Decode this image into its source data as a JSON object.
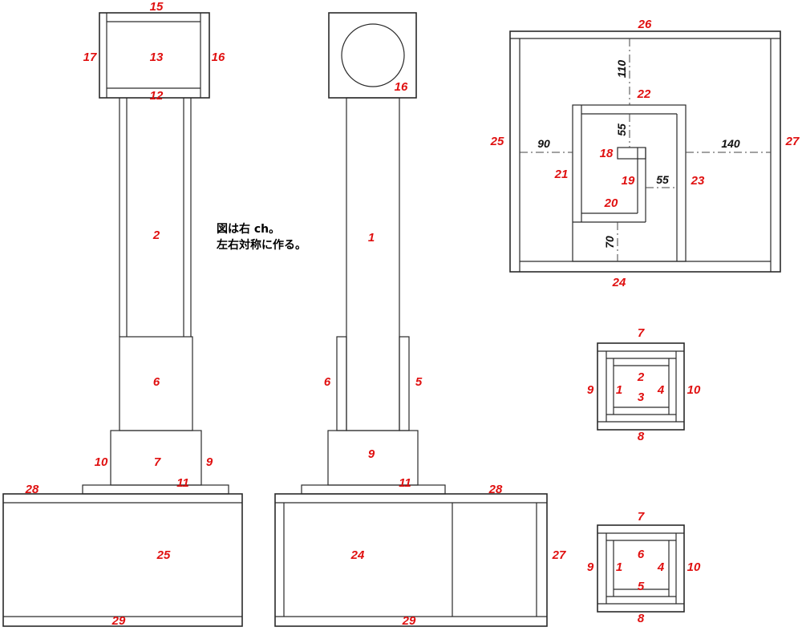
{
  "note": {
    "line1": "図は右 ch。",
    "line2": "左右対称に作る。"
  },
  "colors": {
    "part_label": "#e01010",
    "dimension": "#111111",
    "line": "#2a2a2a"
  },
  "side_view": {
    "top_box": {
      "top": "15",
      "front": "13",
      "left": "17",
      "right": "16",
      "bottom": "12"
    },
    "column": "2",
    "lower_sleeve": "6",
    "base_block": {
      "center": "7",
      "left": "10",
      "right": "9",
      "plate": "11"
    },
    "cabinet": {
      "top": "28",
      "front": "25",
      "bottom": "29"
    }
  },
  "front_view": {
    "head": "16",
    "column": "1",
    "sleeve_left": "6",
    "sleeve_right": "5",
    "base_block": "9",
    "plate": "11",
    "cabinet": {
      "top": "28",
      "left": "24",
      "right": "27",
      "bottom": "29"
    }
  },
  "top_view": {
    "outer": {
      "top": "26",
      "left": "25",
      "right": "27",
      "bottom": "24"
    },
    "inner": {
      "top": "22",
      "left": "21",
      "right": "23",
      "bottom": "20",
      "divider": "19",
      "stub": "18"
    },
    "dims": {
      "d110": "110",
      "d90": "90",
      "d140": "140",
      "d55_v": "55",
      "d55_h": "55",
      "d70": "70"
    }
  },
  "section_upper": {
    "top": "7",
    "inner_top": "2",
    "left_outer": "9",
    "left_inner": "1",
    "center": "3",
    "right_inner": "4",
    "right_outer": "10",
    "bottom": "8"
  },
  "section_lower": {
    "top": "7",
    "center": "6",
    "left_outer": "9",
    "left_inner": "1",
    "inner_bottom": "5",
    "right_inner": "4",
    "right_outer": "10",
    "bottom": "8"
  }
}
